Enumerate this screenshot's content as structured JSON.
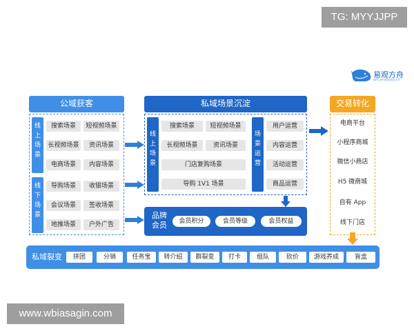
{
  "watermarks": {
    "top": "TG: MYYJJPP",
    "bottom": "www.wbiasagin.com"
  },
  "logo": {
    "name": "易观方舟",
    "sub": "ark.analysys.cn"
  },
  "public": {
    "title": "公域获客",
    "groups": [
      {
        "label": "线上场景",
        "items": [
          "搜索场景",
          "短视频场景",
          "长视频场景",
          "资讯场景",
          "电商场景",
          "内容场景"
        ]
      },
      {
        "label": "线下场景",
        "items": [
          "导购场景",
          "收银场景",
          "会议场景",
          "签收场景",
          "地推场景",
          "户外广告"
        ]
      }
    ]
  },
  "private": {
    "title": "私域场景沉淀",
    "online_label": "线上场景",
    "online_items": [
      "搜索场景",
      "短视频场景",
      "长视频场景",
      "资讯场景",
      "门店复购场景",
      "导购 1V1 场景"
    ],
    "ops_label": "场景运营",
    "ops_items": [
      "用户运营",
      "内容运营",
      "活动运营",
      "商品运营"
    ],
    "member_label": "品牌会员",
    "member_items": [
      "会员积分",
      "会员等级",
      "会员权益"
    ]
  },
  "trade": {
    "title": "交易转化",
    "items": [
      "电商平台",
      "小程序商城",
      "微信小商店",
      "H5 微商城",
      "自有 App",
      "线下门店"
    ]
  },
  "fission": {
    "label": "私域裂变",
    "items": [
      "拼团",
      "分销",
      "任务宝",
      "转介绍",
      "群裂变",
      "打卡",
      "组队",
      "砍价",
      "游戏养成",
      "盲盒"
    ]
  },
  "colors": {
    "blue": "#2f7fd8",
    "light_blue": "#3f8fe6",
    "orange": "#f5a623",
    "dark_blue": "#1f66c6"
  }
}
